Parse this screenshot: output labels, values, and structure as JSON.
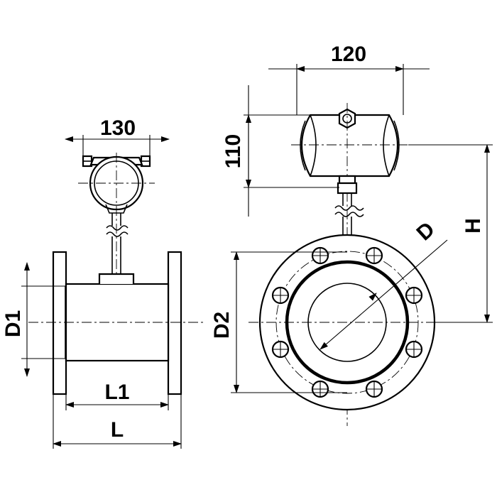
{
  "dimensions": {
    "transmitter_side_width": "130",
    "transmitter_front_width": "120",
    "transmitter_height": "110",
    "inner_diameter": "D",
    "overall_height": "H",
    "pipe_diameter": "D1",
    "flange_diameter": "D2",
    "body_length": "L1",
    "overall_length": "L"
  },
  "icons": {
    "bolt_hole": "bolt-hole-circle",
    "wire_break": "wavy-break"
  }
}
